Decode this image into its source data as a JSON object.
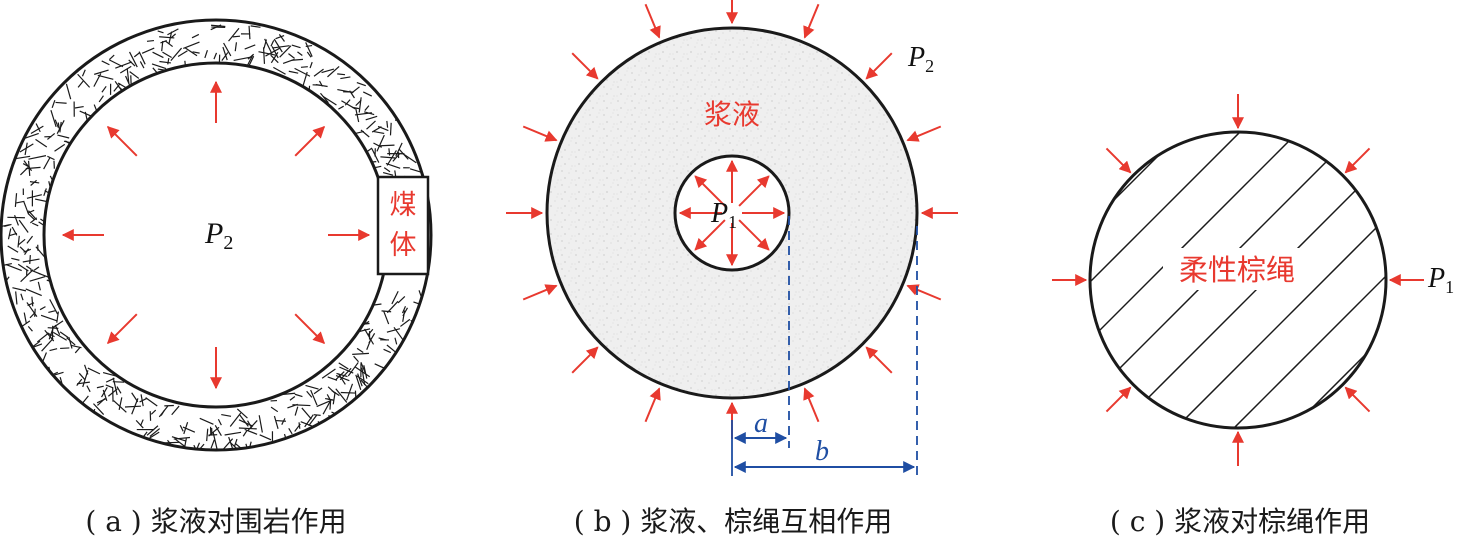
{
  "panel_a": {
    "pressure_label": "P",
    "pressure_sub": "2",
    "coal_label_line1": "煤",
    "coal_label_line2": "体",
    "caption": "( a ) 浆液对围岩作用"
  },
  "panel_b": {
    "slurry_label": "浆液",
    "inner_pressure_label": "P",
    "inner_pressure_sub": "1",
    "outer_pressure_label": "P",
    "outer_pressure_sub": "2",
    "radius_a": "a",
    "radius_b": "b",
    "caption": "( b ) 浆液、棕绳互相作用"
  },
  "panel_c": {
    "rope_label": "柔性棕绳",
    "pressure_label": "P",
    "pressure_sub": "1",
    "caption": "( c ) 浆液对棕绳作用"
  },
  "colors": {
    "arrow": "#e8392f",
    "outline": "#1a1a1a",
    "dimension": "#1f4ea3",
    "slurry_fill": "#eeeeee"
  }
}
